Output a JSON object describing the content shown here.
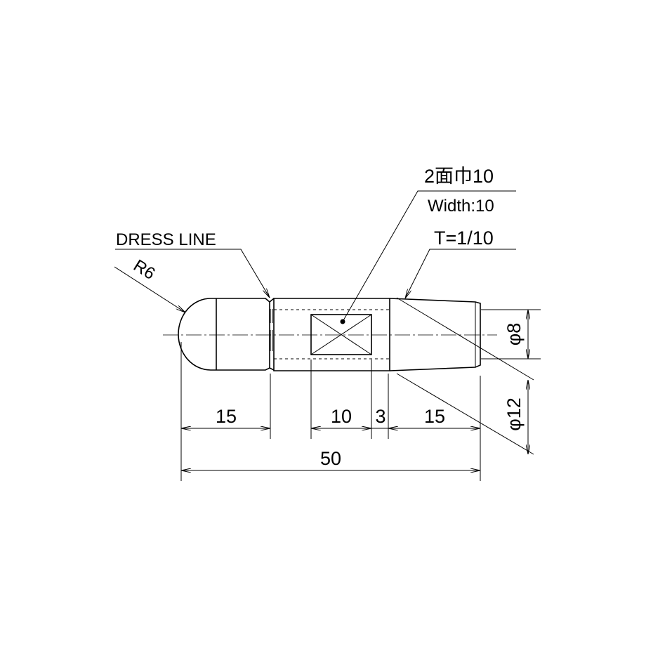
{
  "labels": {
    "dress_line": "DRESS LINE",
    "radius": "R6",
    "width_jp": "2面巾10",
    "width_en": "Width:10",
    "taper": "T=1/10"
  },
  "dimensions": {
    "head_length": "15",
    "flat_length": "10",
    "gap_length": "3",
    "taper_length": "15",
    "overall_length": "50",
    "dia_small": "φ8",
    "dia_large": "φ12"
  }
}
